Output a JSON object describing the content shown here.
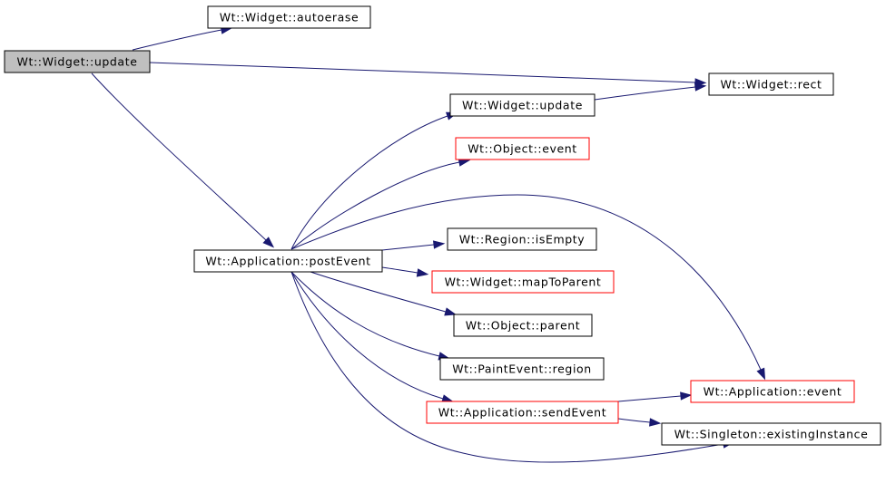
{
  "colors": {
    "edge": "#191970",
    "root_fill": "#bfbfbf",
    "node_fill": "#ffffff",
    "node_border": "#000000",
    "external_border": "#ff0000"
  },
  "nodes": [
    {
      "id": "root",
      "label": "Wt::Widget::update",
      "style": "root"
    },
    {
      "id": "autoerase",
      "label": "Wt::Widget::autoerase",
      "style": "normal"
    },
    {
      "id": "rect",
      "label": "Wt::Widget::rect",
      "style": "normal"
    },
    {
      "id": "update2",
      "label": "Wt::Widget::update",
      "style": "normal"
    },
    {
      "id": "objevent",
      "label": "Wt::Object::event",
      "style": "external"
    },
    {
      "id": "postevent",
      "label": "Wt::Application::postEvent",
      "style": "normal"
    },
    {
      "id": "isempty",
      "label": "Wt::Region::isEmpty",
      "style": "normal"
    },
    {
      "id": "maptoparent",
      "label": "Wt::Widget::mapToParent",
      "style": "external"
    },
    {
      "id": "parent",
      "label": "Wt::Object::parent",
      "style": "normal"
    },
    {
      "id": "region",
      "label": "Wt::PaintEvent::region",
      "style": "normal"
    },
    {
      "id": "appevent",
      "label": "Wt::Application::event",
      "style": "external"
    },
    {
      "id": "sendevent",
      "label": "Wt::Application::sendEvent",
      "style": "external"
    },
    {
      "id": "existing",
      "label": "Wt::Singleton::existingInstance",
      "style": "normal"
    }
  ],
  "edges": [
    {
      "from": "root",
      "to": "autoerase"
    },
    {
      "from": "root",
      "to": "rect"
    },
    {
      "from": "root",
      "to": "postevent"
    },
    {
      "from": "update2",
      "to": "rect"
    },
    {
      "from": "postevent",
      "to": "update2"
    },
    {
      "from": "postevent",
      "to": "objevent"
    },
    {
      "from": "postevent",
      "to": "appevent"
    },
    {
      "from": "postevent",
      "to": "isempty"
    },
    {
      "from": "postevent",
      "to": "maptoparent"
    },
    {
      "from": "postevent",
      "to": "parent"
    },
    {
      "from": "postevent",
      "to": "region"
    },
    {
      "from": "postevent",
      "to": "sendevent"
    },
    {
      "from": "postevent",
      "to": "existing"
    },
    {
      "from": "sendevent",
      "to": "appevent"
    },
    {
      "from": "sendevent",
      "to": "existing"
    }
  ]
}
